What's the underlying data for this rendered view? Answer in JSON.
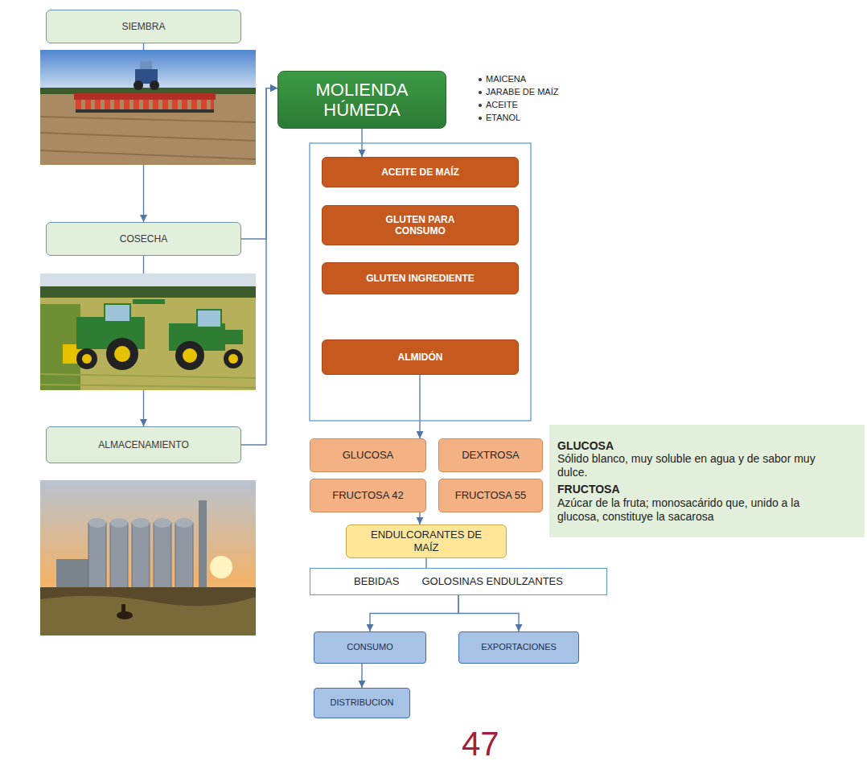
{
  "diagram": {
    "nodes": [
      {
        "text": [
          "SIEMBRA"
        ]
      },
      {
        "text": [
          "COSECHA"
        ]
      },
      {
        "text": [
          "ALMACENAMIENTO"
        ]
      },
      {
        "text": [
          "MOLIENDA HÚMEDA"
        ]
      },
      {
        "text": [
          "ACEITE DE MAÍZ"
        ]
      },
      {
        "text": [
          "GLUTEN PARA CONSUMO"
        ]
      },
      {
        "text": [
          "GLUTEN INGREDIENTE"
        ]
      },
      {
        "text": [
          "ALMIDÓN"
        ]
      },
      {
        "text": [
          "GLUCOSA"
        ]
      },
      {
        "text": [
          "DEXTROSA"
        ]
      },
      {
        "text": [
          "FRUCTOSA 42"
        ]
      },
      {
        "text": [
          "FRUCTOSA 55"
        ]
      },
      {
        "text": [
          "GLUCOSA",
          "Sólido blanco, muy soluble en agua y de sabor muy dulce.",
          "FRUCTOSA",
          "Azúcar de la fruta; monosacárido que, unido a la glucosa, constituye la sacarosa"
        ]
      },
      {
        "text": [
          "ENDULCORANTES DE MAÍZ"
        ]
      },
      {
        "text": [
          "BEBIDAS",
          "GOLOSINAS ENDULZANTES"
        ]
      },
      {
        "text": [
          "CONSUMO"
        ]
      },
      {
        "text": [
          "EXPORTACIONES"
        ]
      },
      {
        "text": [
          "DISTRIBUCION"
        ]
      }
    ],
    "edges": [
      {
        "from": 0,
        "to": 1,
        "arrow": "to"
      },
      {
        "from": 1,
        "to": 2,
        "arrow": "to"
      },
      {
        "from": 1,
        "to": 3,
        "arrow": "to"
      },
      {
        "from": 2,
        "to": 3,
        "arrow": "to"
      },
      {
        "from": 3,
        "to": 4,
        "arrow": "to"
      },
      {
        "from": 7,
        "to": 8,
        "arrow": "to"
      },
      {
        "from": 10,
        "to": 13,
        "arrow": "to"
      },
      {
        "from": 13,
        "to": 14,
        "arrow": "none"
      },
      {
        "from": 14,
        "to": 15,
        "arrow": "to"
      },
      {
        "from": 14,
        "to": 16,
        "arrow": "to"
      },
      {
        "from": 15,
        "to": 17,
        "arrow": "to"
      }
    ],
    "labels": [
      "MAICENA",
      "JARABE DE MAÍZ",
      "ACEITE",
      "ETANOL",
      "47"
    ]
  }
}
